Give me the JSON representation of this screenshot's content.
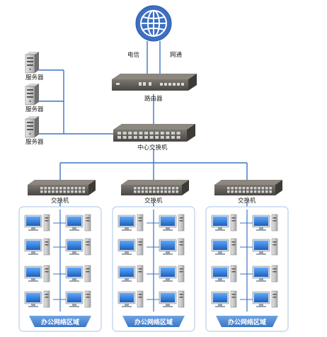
{
  "top_links": {
    "left": "电信",
    "right": "网通"
  },
  "router_label": "路由器",
  "core_switch_label": "中心交换机",
  "servers": [
    {
      "label": "服务器"
    },
    {
      "label": "服务器"
    },
    {
      "label": "服务器"
    }
  ],
  "zones": [
    {
      "switch_label": "交换机",
      "zone_label": "办公网络区域"
    },
    {
      "switch_label": "交换机",
      "zone_label": "办公网络区域"
    },
    {
      "switch_label": "交换机",
      "zone_label": "办公网络区域"
    }
  ],
  "colors": {
    "line": "#3b73c4",
    "globe": "#3d6fc2",
    "zone_border": "#b9cfe8",
    "zone_banner": "#4a86d0",
    "device_dark": "#5a5550",
    "monitor_blue": "#2f7ad8"
  },
  "icons": {
    "globe": "internet-globe-icon",
    "router": "router-icon",
    "switch": "switch-icon",
    "server": "server-icon",
    "workstation": "workstation-icon"
  }
}
